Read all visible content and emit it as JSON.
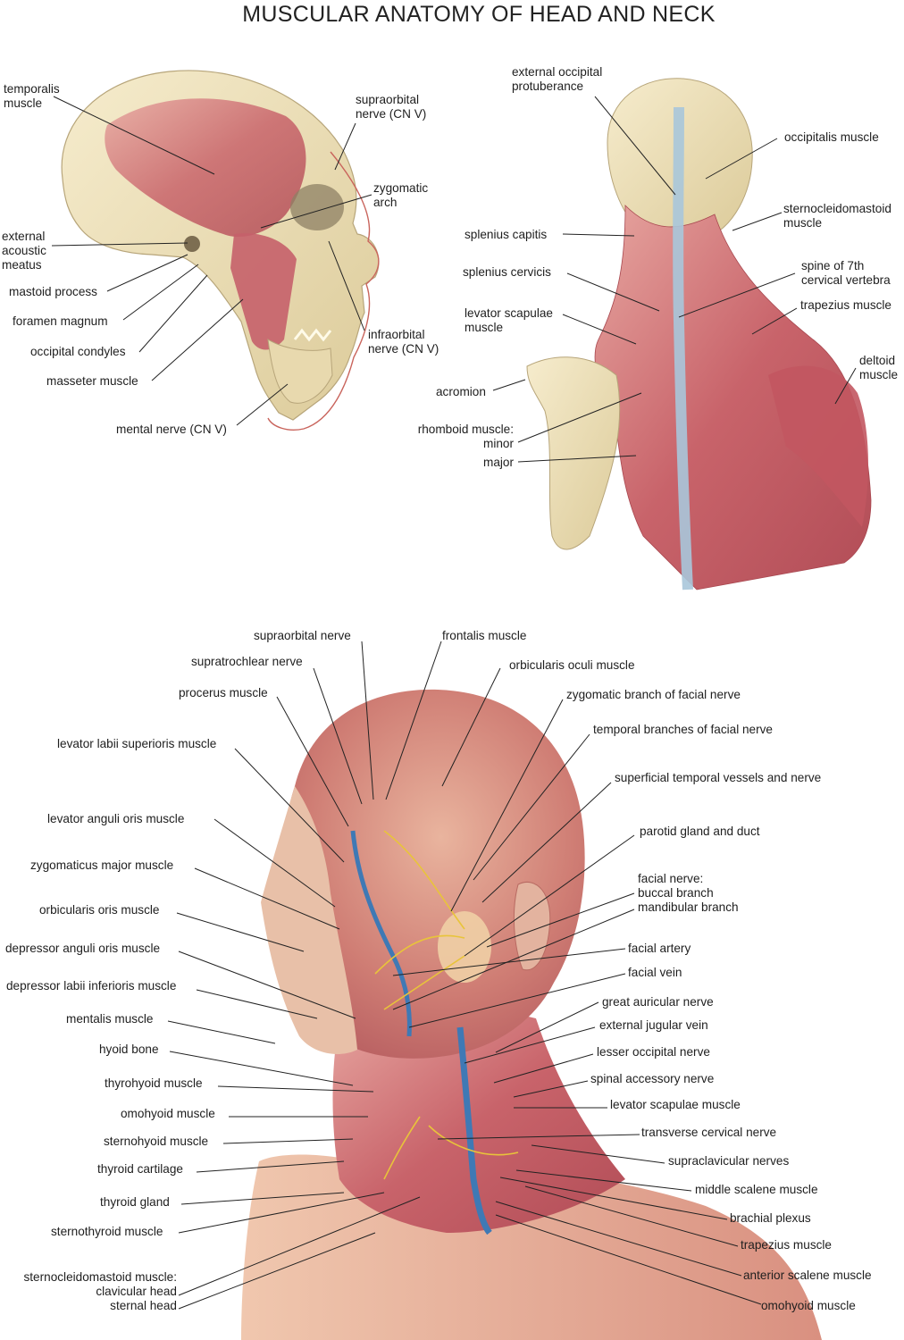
{
  "title": "MUSCULAR ANATOMY OF HEAD AND NECK",
  "skull_view": {
    "labels": {
      "temporalis": [
        "temporalis",
        "muscle"
      ],
      "supraorbital": [
        "supraorbital",
        "nerve (CN V)"
      ],
      "zygomatic": [
        "zygomatic",
        "arch"
      ],
      "external_acoustic": [
        "external",
        "acoustic",
        "meatus"
      ],
      "mastoid": [
        "mastoid process"
      ],
      "foramen": [
        "foramen magnum"
      ],
      "occipital_condyles": [
        "occipital condyles"
      ],
      "masseter": [
        "masseter muscle"
      ],
      "infraorbital": [
        "infraorbital",
        "nerve (CN V)"
      ],
      "mental": [
        "mental nerve (CN V)"
      ]
    }
  },
  "back_view": {
    "labels": {
      "ext_occipital": [
        "external occipital",
        "protuberance"
      ],
      "occipitalis": [
        "occipitalis muscle"
      ],
      "sternocleido": [
        "sternocleidomastoid",
        "muscle"
      ],
      "splenius_capitis": [
        "splenius capitis"
      ],
      "splenius_cervicis": [
        "splenius cervicis"
      ],
      "spine7": [
        "spine of 7th",
        "cervical vertebra"
      ],
      "levator": [
        "levator scapulae",
        "muscle"
      ],
      "trapezius": [
        "trapezius muscle"
      ],
      "deltoid": [
        "deltoid",
        "muscle"
      ],
      "acromion": [
        "acromion"
      ],
      "rhomboid": [
        "rhomboid muscle:",
        "minor"
      ],
      "major": [
        "major"
      ]
    }
  },
  "face_view": {
    "labels": {
      "supraorbital_nerve": "supraorbital nerve",
      "frontalis": "frontalis muscle",
      "supratrochlear": "supratrochlear nerve",
      "orbicularis_oculi": "orbicularis oculi muscle",
      "procerus": "procerus muscle",
      "zygomatic_branch": "zygomatic branch of facial nerve",
      "temporal_branches": "temporal branches of facial nerve",
      "levator_labii": "levator labii superioris muscle",
      "superficial_temporal": "superficial temporal vessels and nerve",
      "levator_anguli": "levator anguli oris muscle",
      "parotid": "parotid gland and duct",
      "zygomaticus_major": "zygomaticus major muscle",
      "facial_nerve": [
        "facial nerve:",
        "buccal branch",
        "mandibular branch"
      ],
      "orbicularis_oris": "orbicularis oris muscle",
      "depressor_anguli": "depressor anguli oris muscle",
      "facial_artery": "facial artery",
      "facial_vein": "facial vein",
      "depressor_labii": "depressor labii inferioris muscle",
      "great_auricular": "great auricular nerve",
      "mentalis": "mentalis muscle",
      "external_jugular": "external jugular vein",
      "hyoid": "hyoid bone",
      "lesser_occipital": "lesser occipital nerve",
      "spinal_accessory": "spinal accessory nerve",
      "thyrohyoid": "thyrohyoid muscle",
      "levator_scapulae": "levator scapulae muscle",
      "omohyoid": "omohyoid muscle",
      "transverse_cervical": "transverse cervical nerve",
      "sternohyoid": "sternohyoid muscle",
      "supraclavicular": "supraclavicular nerves",
      "thyroid_cartilage": "thyroid cartilage",
      "middle_scalene": "middle scalene muscle",
      "thyroid_gland": "thyroid gland",
      "brachial_plexus": "brachial plexus",
      "sternothyroid": "sternothyroid muscle",
      "trapezius": "trapezius muscle",
      "scm_heads": [
        "sternocleidomastoid muscle:",
        "clavicular head",
        "sternal head"
      ],
      "anterior_scalene": "anterior scalene muscle",
      "omohyoid_lower": "omohyoid muscle"
    }
  },
  "colors": {
    "bone": "#efe3bf",
    "muscle": "#c9646a",
    "muscle_light": "#e3a19d",
    "skin": "#e6b29a",
    "vein": "#3f79b5",
    "nerve": "#e8c43a",
    "leader": "#222222"
  }
}
